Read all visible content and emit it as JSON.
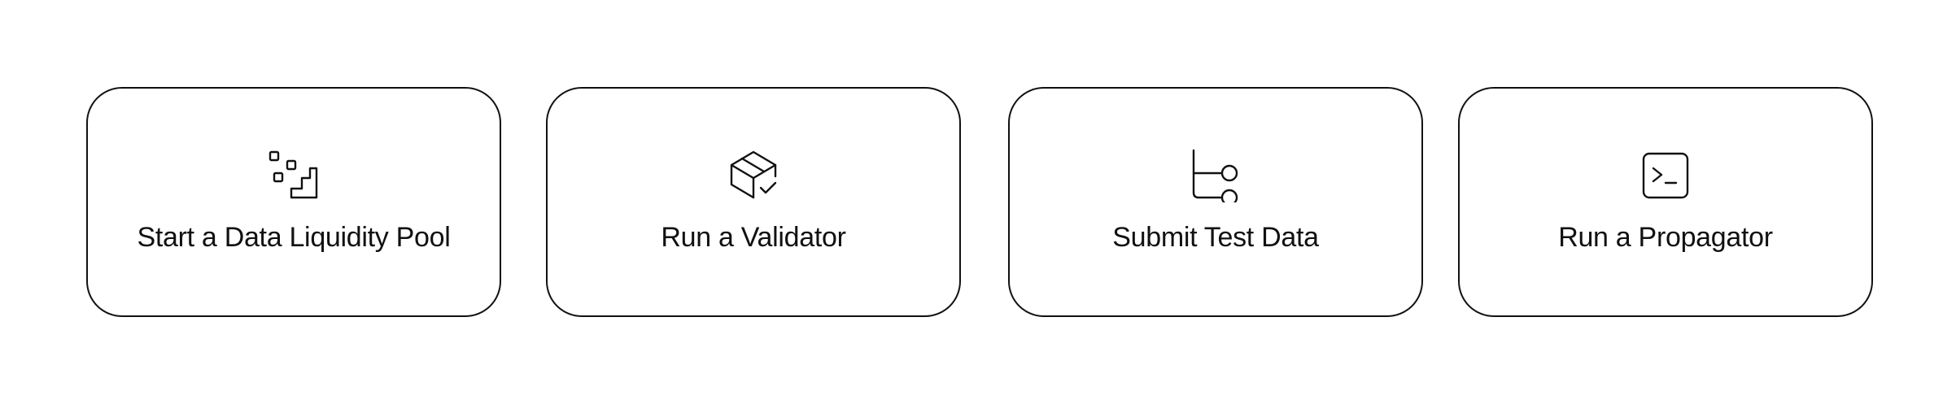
{
  "cards": [
    {
      "label": "Start a Data Liquidity Pool",
      "icon": "stairs-blocks-icon"
    },
    {
      "label": "Run a Validator",
      "icon": "package-check-icon"
    },
    {
      "label": "Submit Test Data",
      "icon": "git-branch-icon"
    },
    {
      "label": "Run a Propagator",
      "icon": "terminal-icon"
    }
  ],
  "colors": {
    "border": "#111111",
    "text": "#111111",
    "background": "#ffffff"
  }
}
